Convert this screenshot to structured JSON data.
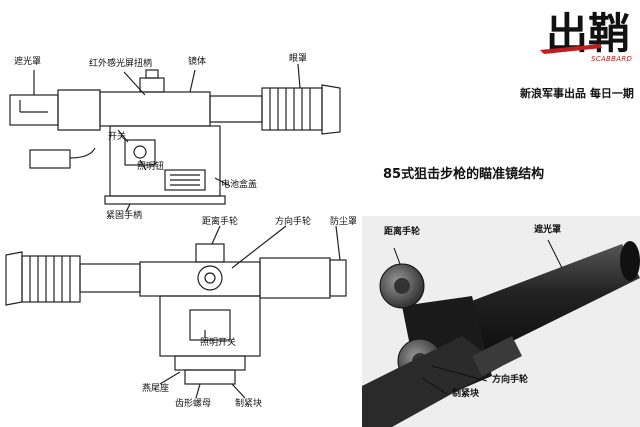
{
  "branding": {
    "logo_text": "出鞘",
    "sub_text": "SCABBARD",
    "tagline": "新浪军事出品 每日一期"
  },
  "title": "85式狙击步枪的瞄准镜结构",
  "top_diagram": {
    "labels": {
      "sunshade": "遮光罩",
      "ir_screen_knob": "红外感光屏扭柄",
      "body": "镜体",
      "eyecup": "眼罩",
      "switch": "开关",
      "illum_knob": "照明钮",
      "battery_cover": "电池盒盖",
      "clamp_handle": "紧固手柄"
    }
  },
  "bottom_diagram": {
    "labels": {
      "range_wheel": "距离手轮",
      "windage_wheel": "方向手轮",
      "dust_cover": "防尘罩",
      "illum_switch": "照明开关",
      "dovetail": "燕尾座",
      "gear_nut": "齿形螺母",
      "lock_block": "制紧块"
    }
  },
  "photo": {
    "labels": {
      "range_wheel": "距离手轮",
      "sunshade": "遮光罩",
      "windage_wheel": "方向手轮",
      "lock_block": "制紧块"
    }
  },
  "colors": {
    "brand_red": "#c21d1d",
    "ink": "#111111"
  }
}
